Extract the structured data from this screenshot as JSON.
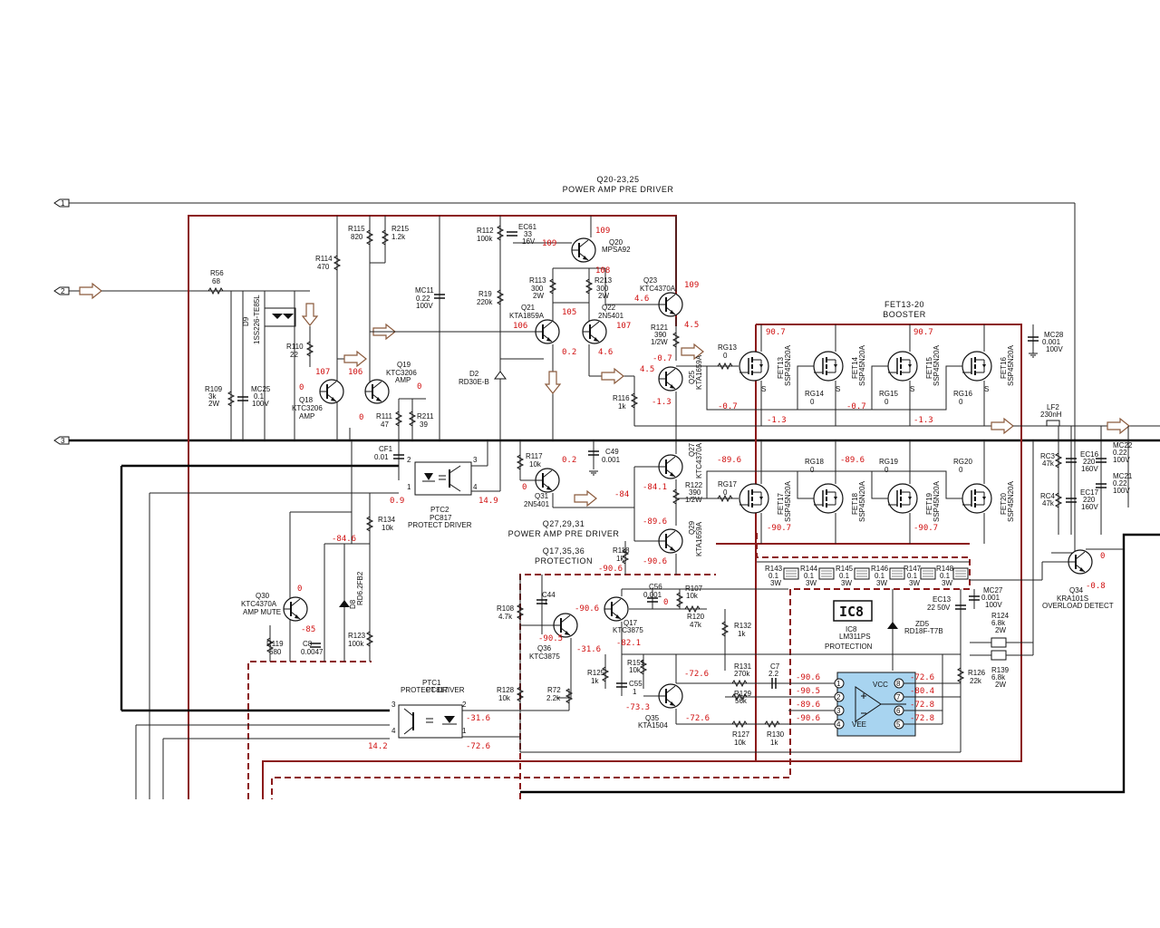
{
  "titles": {
    "pre_driver_top_q": "Q20-23,25",
    "pre_driver_top": "POWER AMP PRE DRIVER",
    "booster_fets": "FET13-20",
    "booster": "BOOSTER",
    "pre_driver_bottom_q": "Q27,29,31",
    "pre_driver_bottom": "POWER AMP PRE DRIVER",
    "protection_q": "Q17,35,36",
    "protection": "PROTECTION",
    "ic8_big": "IC8",
    "ic8_name": "IC8",
    "ic8_part": "LM311PS",
    "ic8_func": "PROTECTION",
    "vcc": "VCC",
    "vee": "VEE"
  },
  "connectors": [
    "1",
    "2",
    "3"
  ],
  "components": [
    {
      "ref": "R56",
      "val": "68"
    },
    {
      "ref": "D9",
      "val": "1SS226-TE85L"
    },
    {
      "ref": "R109",
      "val": "3k",
      "val2": "2W"
    },
    {
      "ref": "MC25",
      "val": "0.1",
      "val2": "100V"
    },
    {
      "ref": "R114",
      "val": "470"
    },
    {
      "ref": "R115",
      "val": "820"
    },
    {
      "ref": "R215",
      "val": "1.2k"
    },
    {
      "ref": "R110",
      "val": "22"
    },
    {
      "ref": "Q18",
      "val": "KTC3206",
      "val2": "AMP"
    },
    {
      "ref": "Q19",
      "val": "KTC3206",
      "val2": "AMP"
    },
    {
      "ref": "R111",
      "val": "47"
    },
    {
      "ref": "R211",
      "val": "39"
    },
    {
      "ref": "MC11",
      "val": "0.22",
      "val2": "100V"
    },
    {
      "ref": "R112",
      "val": "100k"
    },
    {
      "ref": "EC61",
      "val": "33",
      "val2": "16V"
    },
    {
      "ref": "R19",
      "val": "220k"
    },
    {
      "ref": "D2",
      "val": "RD30E-B"
    },
    {
      "ref": "Q20",
      "val": "MPSA92"
    },
    {
      "ref": "R113",
      "val": "300",
      "val2": "2W"
    },
    {
      "ref": "R213",
      "val": "300",
      "val2": "2W"
    },
    {
      "ref": "Q21",
      "val": "KTA1859A"
    },
    {
      "ref": "Q22",
      "val": "2N5401"
    },
    {
      "ref": "Q23",
      "val": "KTC4370A"
    },
    {
      "ref": "R121",
      "val": "390",
      "val2": "1/2W"
    },
    {
      "ref": "Q25",
      "val": "KTA1659A"
    },
    {
      "ref": "R116",
      "val": "1k"
    },
    {
      "ref": "RG13",
      "val": "0"
    },
    {
      "ref": "RG14",
      "val": "0"
    },
    {
      "ref": "RG15",
      "val": "0"
    },
    {
      "ref": "RG16",
      "val": "0"
    },
    {
      "ref": "FET13",
      "val": "SSP45N20A"
    },
    {
      "ref": "FET14",
      "val": "SSP45N20A"
    },
    {
      "ref": "FET15",
      "val": "SSP45N20A"
    },
    {
      "ref": "FET16",
      "val": "SSP45N20A"
    },
    {
      "ref": "MC28",
      "val": "0.001",
      "val2": "100V"
    },
    {
      "ref": "LF2",
      "val": "230nH"
    },
    {
      "ref": "RC3",
      "val": "47k"
    },
    {
      "ref": "RC4",
      "val": "47k"
    },
    {
      "ref": "EC16",
      "val": "220",
      "val2": "160V"
    },
    {
      "ref": "EC17",
      "val": "220",
      "val2": "160V"
    },
    {
      "ref": "MC22",
      "val": "0.22",
      "val2": "100V"
    },
    {
      "ref": "MC21",
      "val": "0.22",
      "val2": "100V"
    },
    {
      "ref": "CF1",
      "val": "0.01"
    },
    {
      "ref": "PTC2",
      "val": "PC817",
      "val2": "PROTECT DRIVER"
    },
    {
      "ref": "R117",
      "val": "10k"
    },
    {
      "ref": "C49",
      "val": "0.001"
    },
    {
      "ref": "Q31",
      "val": "2N5401"
    },
    {
      "ref": "Q27",
      "val": "KTC4370A"
    },
    {
      "ref": "R122",
      "val": "390",
      "val2": "1/2W"
    },
    {
      "ref": "Q29",
      "val": "KTA1659A"
    },
    {
      "ref": "R118",
      "val": "1k"
    },
    {
      "ref": "RG17",
      "val": "0"
    },
    {
      "ref": "RG18",
      "val": "0"
    },
    {
      "ref": "RG19",
      "val": "0"
    },
    {
      "ref": "RG20",
      "val": "0"
    },
    {
      "ref": "FET17",
      "val": "SSP45N20A"
    },
    {
      "ref": "FET18",
      "val": "SSP45N20A"
    },
    {
      "ref": "FET19",
      "val": "SSP45N20A"
    },
    {
      "ref": "FET20",
      "val": "SSP45N20A"
    },
    {
      "ref": "R134",
      "val": "10k"
    },
    {
      "ref": "Q30",
      "val": "KTC4370A",
      "val2": "AMP MUTE"
    },
    {
      "ref": "D8",
      "val": "RD6.2FB2"
    },
    {
      "ref": "R119",
      "val": "680"
    },
    {
      "ref": "C8",
      "val": "0.0047"
    },
    {
      "ref": "R123",
      "val": "100k"
    },
    {
      "ref": "C44",
      "val": "1"
    },
    {
      "ref": "R108",
      "val": "4.7k"
    },
    {
      "ref": "Q36",
      "val": "KTC3875"
    },
    {
      "ref": "Q17",
      "val": "KTC3875"
    },
    {
      "ref": "C56",
      "val": "0.001"
    },
    {
      "ref": "R107",
      "val": "10k"
    },
    {
      "ref": "R120",
      "val": "47k"
    },
    {
      "ref": "R143",
      "val": "0.1",
      "val2": "3W"
    },
    {
      "ref": "R144",
      "val": "0.1",
      "val2": "3W"
    },
    {
      "ref": "R145",
      "val": "0.1",
      "val2": "3W"
    },
    {
      "ref": "R146",
      "val": "0.1",
      "val2": "3W"
    },
    {
      "ref": "R147",
      "val": "0.1",
      "val2": "3W"
    },
    {
      "ref": "R148",
      "val": "0.1",
      "val2": "3W"
    },
    {
      "ref": "MC27",
      "val": "0.001",
      "val2": "100V"
    },
    {
      "ref": "EC13",
      "val": "22 50V"
    },
    {
      "ref": "ZD5",
      "val": "RD18F-T7B"
    },
    {
      "ref": "R124",
      "val": "6.8k",
      "val2": "2W"
    },
    {
      "ref": "R139",
      "val": "6.8k",
      "val2": "2W"
    },
    {
      "ref": "Q34",
      "val": "KRA101S",
      "val2": "OVERLOAD DETECT"
    },
    {
      "ref": "R132",
      "val": "1k"
    },
    {
      "ref": "R125",
      "val": "1k"
    },
    {
      "ref": "R151",
      "val": "10k"
    },
    {
      "ref": "C55",
      "val": "1"
    },
    {
      "ref": "Q35",
      "val": "KTA1504"
    },
    {
      "ref": "R131",
      "val": "270k"
    },
    {
      "ref": "C7",
      "val": "2.2"
    },
    {
      "ref": "R129",
      "val": "56k"
    },
    {
      "ref": "R127",
      "val": "10k"
    },
    {
      "ref": "R130",
      "val": "1k"
    },
    {
      "ref": "R126",
      "val": "22k"
    },
    {
      "ref": "R128",
      "val": "10k"
    },
    {
      "ref": "R72",
      "val": "2.2k"
    },
    {
      "ref": "PTC1",
      "val": "PC817",
      "val2": "PROTECT DRIVER"
    }
  ],
  "voltages": {
    "q20_b": "109",
    "q20_e": "109",
    "q20_c": "108",
    "q21_c": "105",
    "q21_b": "106",
    "q21_e": "0.2",
    "q22_b": "107",
    "q22_e": "4.6",
    "q23_b": "4.6",
    "q23_c": "109",
    "q23_e": "4.5",
    "q25_b": "4.5",
    "q25_e": "-0.7",
    "q25_c": "-1.3",
    "q18_b": "0",
    "q18_c": "107",
    "q19_c": "106",
    "q19_b": "0",
    "q19_e": "0",
    "fet_top_d1": "90.7",
    "fet_top_d2": "90.7",
    "fet_top_g1": "-0.7",
    "fet_top_s1": "-1.3",
    "fet_top_g2": "-0.7",
    "fet_top_s2": "-1.3",
    "q31_e": "0.2",
    "q31_b": "0",
    "ptc2_1": "0.9",
    "ptc2_4": "14.9",
    "q27_b": "-84",
    "q27_e": "-84.1",
    "q29_b": "-89.6",
    "q29_e": "-90.6",
    "fet_bot_g1": "-89.6",
    "fet_bot_g2": "-89.6",
    "fet_bot_d1": "-90.7",
    "fet_bot_d2": "-90.7",
    "d8": "-84.6",
    "q30_b": "0",
    "q30_e": "-85",
    "q36_b": "-90.5",
    "q36_c": "-31.6",
    "q17_b": "-90.6",
    "q17_e": "-82.1",
    "q17_c": "0",
    "r118": "-90.6",
    "q35_b": "-72.6",
    "q35_c": "-73.3",
    "q35_e": "-72.6",
    "q34_e": "0",
    "q34_b": "-0.8",
    "ic8_1": "-90.6",
    "ic8_2": "-90.5",
    "ic8_3": "-89.6",
    "ic8_4": "-90.6",
    "ic8_8": "-72.6",
    "ic8_7": "-80.4",
    "ic8_6": "-72.8",
    "ic8_5": "-72.8",
    "ptc1_2": "-31.6",
    "ptc1_1": "-72.6",
    "ptc1_4": "14.2"
  },
  "pins": {
    "ptc2": [
      "1",
      "2",
      "3",
      "4"
    ],
    "ptc1": [
      "1",
      "2",
      "3",
      "4"
    ],
    "ic8": [
      "1",
      "2",
      "3",
      "4",
      "5",
      "6",
      "7",
      "8"
    ],
    "source": "S"
  },
  "colors": {
    "wire": "#222222",
    "frame": "#8b1a1a",
    "voltage": "#d01010",
    "ic": "#a8d4f0",
    "arrow": "#8b5a3c"
  }
}
